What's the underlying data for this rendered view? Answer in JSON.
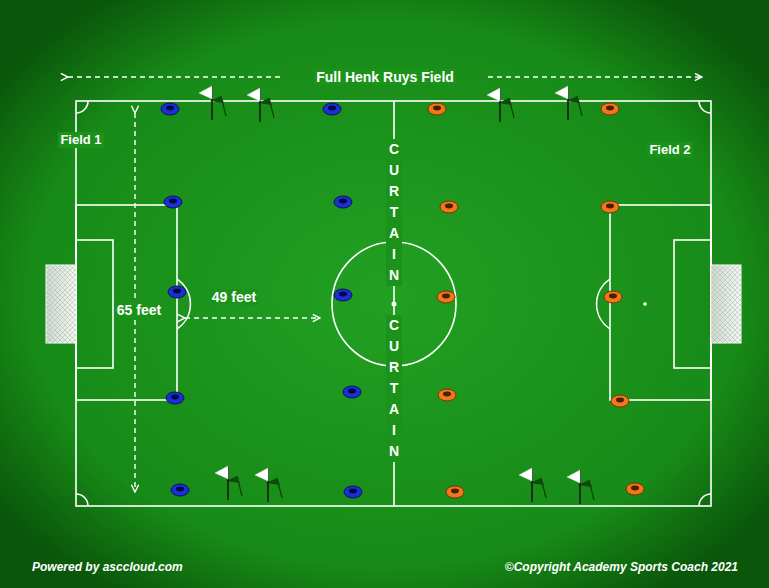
{
  "diagram": {
    "labels": [
      "Full Henk Ruys Field",
      "Field 1",
      "Field 2",
      "65 feet",
      "49 feet",
      "CURTAIN",
      "CURTAIN",
      "Powered by asccloud.com",
      "©Copyright Academy Sports Coach 2021"
    ]
  }
}
